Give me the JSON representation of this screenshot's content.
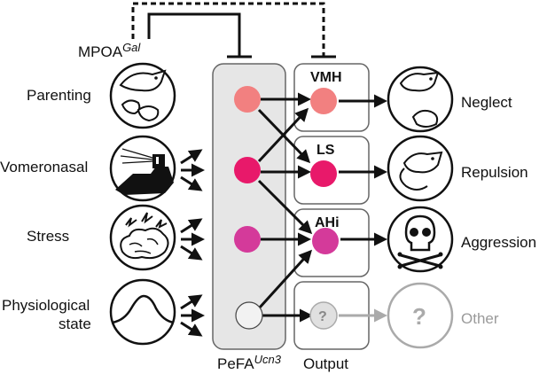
{
  "top": {
    "mpoa": "MPOA",
    "mpoa_sup": "Gal"
  },
  "inputs": [
    {
      "label": "Parenting",
      "icon": "parenting-mouse-icon"
    },
    {
      "label": "Vomeronasal",
      "icon": "vomeronasal-nose-icon"
    },
    {
      "label": "Stress",
      "icon": "stress-brain-icon"
    },
    {
      "label_line1": "Physiological",
      "label_line2": "state",
      "icon": "physiological-curve-icon"
    }
  ],
  "pefa": {
    "label": "PeFA",
    "label_sup": "Ucn3"
  },
  "output_label": "Output",
  "regions": [
    {
      "label": "VMH",
      "color": "#f28080"
    },
    {
      "label": "LS",
      "color": "#e8196a"
    },
    {
      "label": "AHi",
      "color": "#d43a9a"
    },
    {
      "label": "?",
      "color": "#e0e0e0"
    }
  ],
  "pefa_nodes": [
    "#f28080",
    "#e8196a",
    "#d43a9a",
    "#f2f2f2"
  ],
  "behaviors": [
    {
      "label": "Neglect",
      "icon": "neglect-mouse-icon"
    },
    {
      "label": "Repulsion",
      "icon": "repulsion-mouse-icon"
    },
    {
      "label": "Aggression",
      "icon": "skull-crossbones-icon"
    },
    {
      "label": "Other",
      "symbol": "?",
      "icon": "question-icon"
    }
  ]
}
